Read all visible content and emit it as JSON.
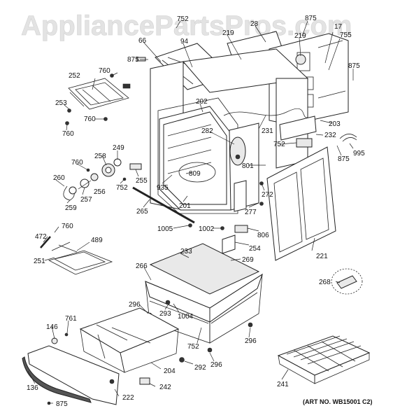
{
  "watermark": "AppliancePartsPros.com",
  "art_number": "(ART NO. WB15001 C2)",
  "labels": {
    "l752_top": "752",
    "l875_top": "875",
    "l219": "219",
    "l17": "17",
    "l755": "755",
    "l28": "28",
    "l66": "66",
    "l94": "94",
    "l219b": "219",
    "l875_a": "875",
    "l252": "252",
    "l760_a": "760",
    "l253": "253",
    "l760_b": "760",
    "l760_c": "760",
    "l202": "202",
    "l231": "231",
    "l203": "203",
    "l232": "232",
    "l282": "282",
    "l752_a": "752",
    "l995": "995",
    "l875_b": "875",
    "l875_c": "875",
    "l801": "801",
    "l249": "249",
    "l258": "258",
    "l760_d": "760",
    "l260": "260",
    "l256": "256",
    "l257": "257",
    "l259": "259",
    "l752_b": "752",
    "l255": "255",
    "l809": "809",
    "l935": "935",
    "l201": "201",
    "l272": "272",
    "l277": "277",
    "l265": "265",
    "l1005": "1005",
    "l1002": "1002",
    "l806": "806",
    "l254": "254",
    "l221": "221",
    "l472": "472",
    "l760_e": "760",
    "l489": "489",
    "l251": "251",
    "l233": "233",
    "l269": "269",
    "l266": "266",
    "l268": "268",
    "l296_a": "296",
    "l293": "293",
    "l1004": "1004",
    "l146": "146",
    "l761": "761",
    "l296_b": "296",
    "l752_c": "752",
    "l292": "292",
    "l296_c": "296",
    "l204": "204",
    "l136": "136",
    "l242": "242",
    "l222": "222",
    "l241": "241",
    "l875_d": "875"
  }
}
